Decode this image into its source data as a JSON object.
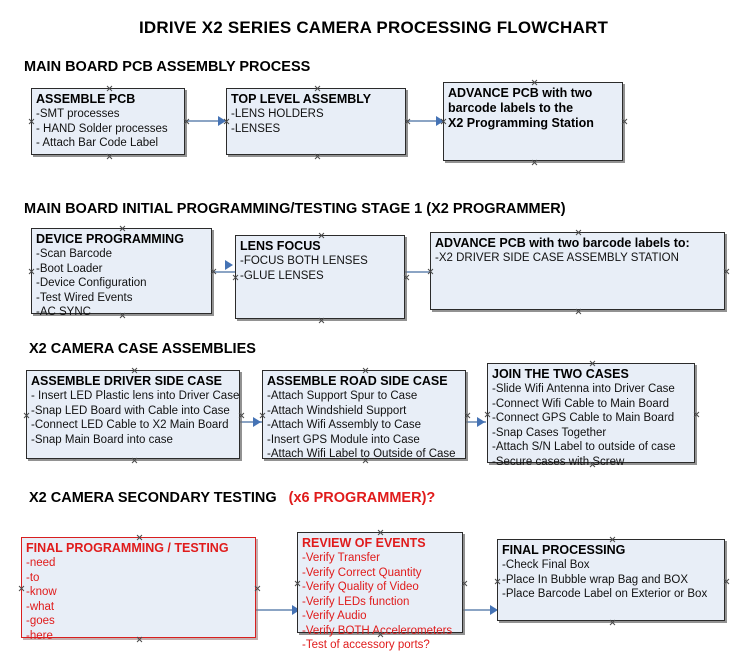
{
  "document": {
    "title": "IDRIVE X2  SERIES CAMERA PROCESSING FLOWCHART"
  },
  "sections": [
    {
      "heading": "MAIN BOARD PCB ASSEMBLY PROCESS",
      "heading_red": "",
      "nodes": [
        {
          "title": "ASSEMBLE PCB",
          "lines": [
            "-SMT processes",
            "- HAND Solder processes",
            "- Attach Bar Code Label"
          ]
        },
        {
          "title": "TOP LEVEL ASSEMBLY",
          "lines": [
            "-LENS HOLDERS",
            "-LENSES"
          ]
        },
        {
          "title": "ADVANCE PCB with two",
          "lines": [
            "barcode labels to the",
            " X2 Programming Station"
          ]
        }
      ]
    },
    {
      "heading": "MAIN BOARD INITIAL PROGRAMMING/TESTING STAGE 1 (X2 PROGRAMMER)",
      "heading_red": "",
      "nodes": [
        {
          "title": "DEVICE PROGRAMMING",
          "lines": [
            "-Scan Barcode",
            "-Boot Loader",
            "-Device Configuration",
            "-Test Wired Events",
            "-AC SYNC"
          ]
        },
        {
          "title": "LENS FOCUS",
          "lines": [
            "-FOCUS BOTH LENSES",
            "-GLUE LENSES"
          ]
        },
        {
          "title": "ADVANCE PCB with two barcode labels to:",
          "lines": [
            "-X2 DRIVER  SIDE  CASE  ASSEMBLY STATION"
          ]
        }
      ]
    },
    {
      "heading": "X2 CAMERA CASE ASSEMBLIES",
      "heading_red": "",
      "nodes": [
        {
          "title": "ASSEMBLE DRIVER SIDE CASE",
          "lines": [
            "- Insert LED Plastic lens into Driver Case",
            "-Snap LED Board with Cable into Case",
            "-Connect LED Cable to X2 Main Board",
            "-Snap Main Board into case"
          ]
        },
        {
          "title": "ASSEMBLE ROAD SIDE CASE",
          "lines": [
            "-Attach Support Spur to Case",
            "-Attach Windshield Support",
            "-Attach Wifi Assembly to Case",
            "-Insert GPS Module into Case",
            "-Attach Wifi Label to Outside of Case"
          ]
        },
        {
          "title": "JOIN THE TWO CASES",
          "lines": [
            "-Slide Wifi Antenna into Driver Case",
            "-Connect Wifi Cable to Main Board",
            "-Connect GPS Cable to Main Board",
            "-Snap Cases Together",
            "-Attach S/N Label to outside of case",
            "-Secure cases with Screw"
          ]
        }
      ]
    },
    {
      "heading": "X2 CAMERA SECONDARY TESTING",
      "heading_red": "(x6 PROGRAMMER)?",
      "nodes": [
        {
          "title": "FINAL PROGRAMMING / TESTING",
          "lines": [
            "-need",
            "-to",
            "-know",
            "-what",
            "-goes",
            "-here"
          ]
        },
        {
          "title": "REVIEW OF EVENTS",
          "lines": [
            "-Verify Transfer",
            "-Verify Correct Quantity",
            "-Verify Quality of Video",
            "-Verify LEDs function",
            "-Verify Audio",
            "-Verify BOTH Accelerometers",
            "-Test of accessory ports?"
          ]
        },
        {
          "title": "FINAL PROCESSING",
          "lines": [
            " -Check Final Box",
            "-Place In Bubble wrap Bag and BOX",
            "-Place Barcode Label on Exterior or Box"
          ]
        }
      ]
    }
  ],
  "colors": {
    "box_fill": "#e8eef7",
    "box_border": "#2b2b2b",
    "red_accent": "#e01b1b",
    "connector": "#8ba4c4",
    "arrow": "#4573b5"
  }
}
